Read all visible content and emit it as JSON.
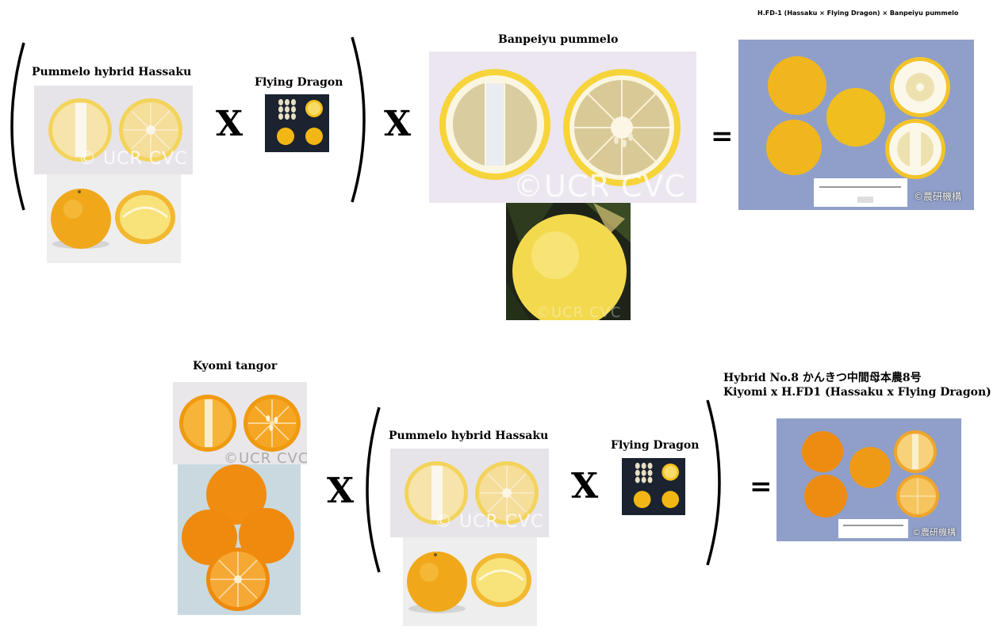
{
  "top": {
    "hassaku_label": "Pummelo hybrid Hassaku",
    "flying_dragon_label": "Flying Dragon",
    "banpeiyu_label": "Banpeiyu pummelo",
    "result_label": "H.FD-1 (Hassaku × Flying Dragon) × Banpeiyu pummelo",
    "op_times_1": "X",
    "op_times_2": "X",
    "op_equals": "=",
    "wm_hassaku": "© UCR CVC",
    "wm_banpeiyu": "©UCR CVC",
    "wm_banpeiyu_tree": "©UCR CVC",
    "credit_result": "©農研機構"
  },
  "bottom": {
    "kyomi_label": "Kyomi tangor",
    "hassaku_label": "Pummelo hybrid Hassaku",
    "flying_dragon_label": "Flying Dragon",
    "result_label_line1": "Hybrid No.8 かんきつ中間母本農8号",
    "result_label_line2": "Kiyomi x H.FD1 (Hassaku x Flying Dragon)",
    "op_times_1": "X",
    "op_times_2": "X",
    "op_equals": "=",
    "wm_kyomi": "©UCR CVC",
    "wm_hassaku": "© UCR CVC",
    "credit_result": "©農研機構"
  },
  "colors": {
    "orange_peel": "#f2a516",
    "yellow_peel": "#f3c522",
    "pummelo_flesh": "#f4dd92",
    "kyomi_flesh": "#f59a16",
    "result_bg": "#8f9fc9",
    "dark_bg": "#1b2230"
  }
}
